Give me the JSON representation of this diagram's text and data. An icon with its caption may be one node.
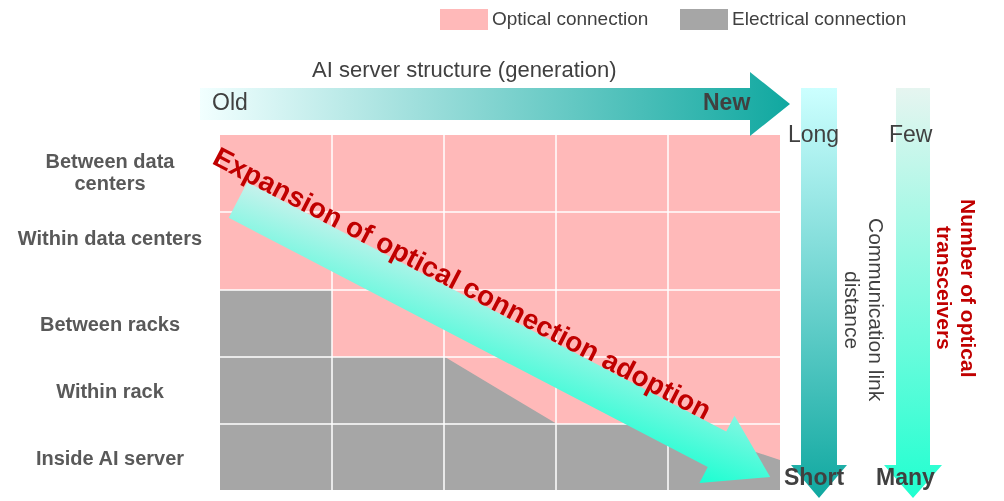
{
  "diagram": {
    "labels": [
      "AI server structure (generation)",
      "Old",
      "New",
      "Long",
      "Few",
      "Between data centers",
      "Expansion of optical connection adoption",
      "Within data centers",
      "Communication link distance",
      "Number of optical transceivers",
      "Between racks",
      "Within rack",
      "Inside AI server",
      "Short",
      "Many"
    ],
    "legend": [
      {
        "text": "Optical connection",
        "color": "#ffb9b9"
      },
      {
        "text": "Electrical connection",
        "color": "#a6a6a6"
      }
    ]
  }
}
